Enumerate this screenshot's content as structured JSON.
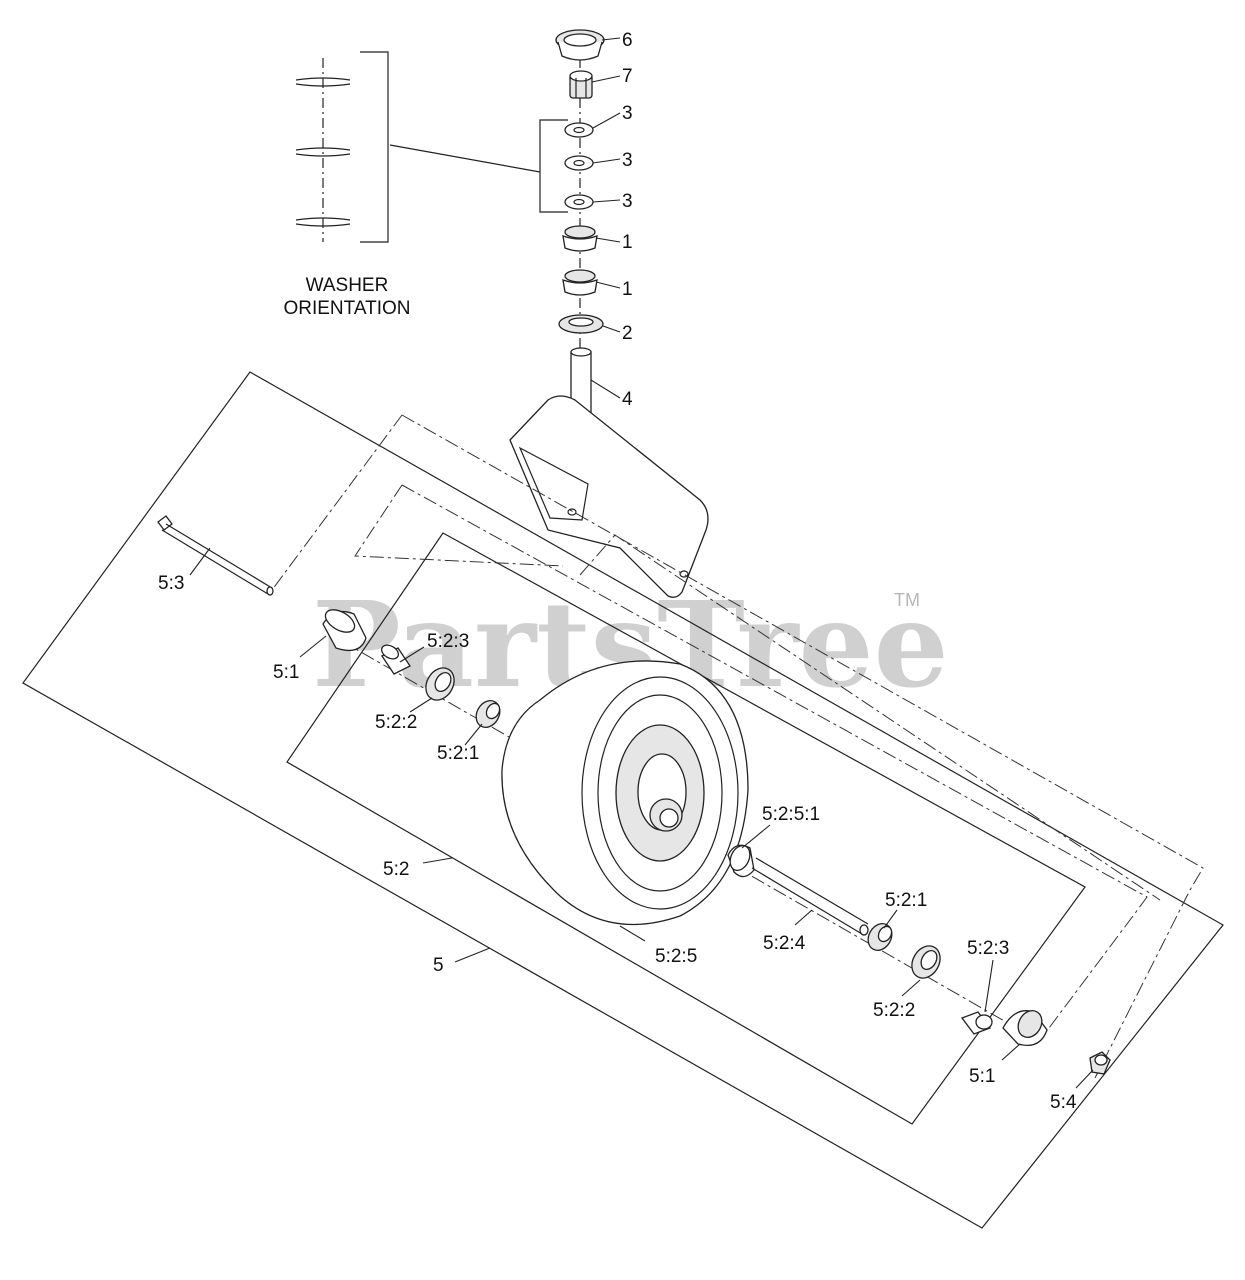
{
  "watermark": {
    "brand": "PartsTree",
    "trademark": "TM"
  },
  "note": {
    "line1": "WASHER",
    "line2": "ORIENTATION"
  },
  "callouts": [
    {
      "id": "c-6",
      "label": "6"
    },
    {
      "id": "c-7",
      "label": "7"
    },
    {
      "id": "c-3a",
      "label": "3"
    },
    {
      "id": "c-3b",
      "label": "3"
    },
    {
      "id": "c-3c",
      "label": "3"
    },
    {
      "id": "c-1a",
      "label": "1"
    },
    {
      "id": "c-1b",
      "label": "1"
    },
    {
      "id": "c-2",
      "label": "2"
    },
    {
      "id": "c-4",
      "label": "4"
    },
    {
      "id": "c-5-3",
      "label": "5:3"
    },
    {
      "id": "c-5-2-3a",
      "label": "5:2:3"
    },
    {
      "id": "c-5-1a",
      "label": "5:1"
    },
    {
      "id": "c-5-2-2a",
      "label": "5:2:2"
    },
    {
      "id": "c-5-2-1a",
      "label": "5:2:1"
    },
    {
      "id": "c-5-2-5-1",
      "label": "5:2:5:1"
    },
    {
      "id": "c-5-2",
      "label": "5:2"
    },
    {
      "id": "c-5-2-1b",
      "label": "5:2:1"
    },
    {
      "id": "c-5-2-4",
      "label": "5:2:4"
    },
    {
      "id": "c-5-2-3b",
      "label": "5:2:3"
    },
    {
      "id": "c-5",
      "label": "5"
    },
    {
      "id": "c-5-2-5",
      "label": "5:2:5"
    },
    {
      "id": "c-5-2-2b",
      "label": "5:2:2"
    },
    {
      "id": "c-5-1b",
      "label": "5:1"
    },
    {
      "id": "c-5-4",
      "label": "5:4"
    }
  ]
}
